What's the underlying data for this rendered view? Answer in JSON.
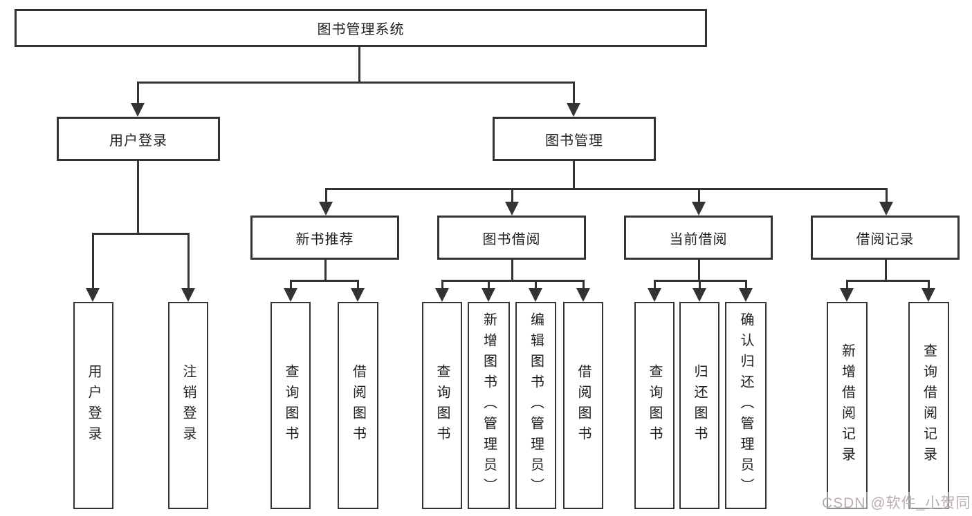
{
  "tree": {
    "root": {
      "label": "图书管理系统"
    },
    "branches": [
      {
        "label": "用户登录",
        "children": [
          {
            "label": "用户登录"
          },
          {
            "label": "注销登录"
          }
        ]
      },
      {
        "label": "图书管理",
        "groups": [
          {
            "label": "新书推荐",
            "children": [
              {
                "label": "查询图书"
              },
              {
                "label": "借阅图书"
              }
            ]
          },
          {
            "label": "图书借阅",
            "children": [
              {
                "label": "查询图书"
              },
              {
                "label": "新增图书（管理员）"
              },
              {
                "label": "编辑图书（管理员）"
              },
              {
                "label": "借阅图书"
              }
            ]
          },
          {
            "label": "当前借阅",
            "children": [
              {
                "label": "查询图书"
              },
              {
                "label": "归还图书"
              },
              {
                "label": "确认归还（管理员）"
              }
            ]
          },
          {
            "label": "借阅记录",
            "children": [
              {
                "label": "新增借阅记录"
              },
              {
                "label": "查询借阅记录"
              }
            ]
          }
        ]
      }
    ]
  },
  "watermark": {
    "text": "CSDN @软件_小贺同学"
  },
  "colors": {
    "line": "#333333",
    "text": "#1f1f1f",
    "watermark": "#b9aeae",
    "background": "#ffffff"
  }
}
